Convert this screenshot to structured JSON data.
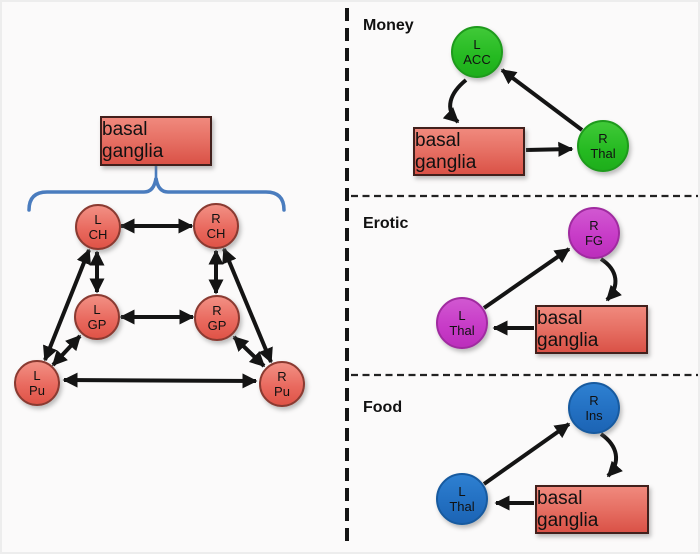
{
  "figure": {
    "left": {
      "box_label": "basal ganglia",
      "nodes": {
        "lch": {
          "l1": "L",
          "l2": "CH"
        },
        "rch": {
          "l1": "R",
          "l2": "CH"
        },
        "lgp": {
          "l1": "L",
          "l2": "GP"
        },
        "rgp": {
          "l1": "R",
          "l2": "GP"
        },
        "lpu": {
          "l1": "L",
          "l2": "Pu"
        },
        "rpu": {
          "l1": "R",
          "l2": "Pu"
        }
      },
      "edges": [
        {
          "from": "L CH",
          "to": "R CH",
          "direction": "both"
        },
        {
          "from": "L GP",
          "to": "R GP",
          "direction": "both"
        },
        {
          "from": "L Pu",
          "to": "R Pu",
          "direction": "both"
        },
        {
          "from": "L CH",
          "to": "L GP",
          "direction": "both"
        },
        {
          "from": "R CH",
          "to": "R GP",
          "direction": "both"
        },
        {
          "from": "L CH",
          "to": "L Pu",
          "direction": "both"
        },
        {
          "from": "R CH",
          "to": "R Pu",
          "direction": "both"
        },
        {
          "from": "L Pu",
          "to": "L GP",
          "direction": "both"
        },
        {
          "from": "R Pu",
          "to": "R GP",
          "direction": "both"
        }
      ]
    },
    "money": {
      "title": "Money",
      "box_label": "basal ganglia",
      "nodes": {
        "lacc": {
          "l1": "L",
          "l2": "ACC"
        },
        "rthal": {
          "l1": "R",
          "l2": "Thal"
        }
      },
      "edges": [
        {
          "from": "L ACC",
          "to": "basal ganglia",
          "direction": "one",
          "style": "curved"
        },
        {
          "from": "basal ganglia",
          "to": "R Thal",
          "direction": "one",
          "style": "straight"
        },
        {
          "from": "R Thal",
          "to": "L ACC",
          "direction": "one",
          "style": "straight"
        }
      ]
    },
    "erotic": {
      "title": "Erotic",
      "box_label": "basal ganglia",
      "nodes": {
        "rfg": {
          "l1": "R",
          "l2": "FG"
        },
        "lthal": {
          "l1": "L",
          "l2": "Thal"
        }
      },
      "edges": [
        {
          "from": "L Thal",
          "to": "R FG",
          "direction": "one",
          "style": "straight"
        },
        {
          "from": "R FG",
          "to": "basal ganglia",
          "direction": "one",
          "style": "curved"
        },
        {
          "from": "basal ganglia",
          "to": "L Thal",
          "direction": "one",
          "style": "straight"
        }
      ]
    },
    "food": {
      "title": "Food",
      "box_label": "basal ganglia",
      "nodes": {
        "rins": {
          "l1": "R",
          "l2": "Ins"
        },
        "lthal": {
          "l1": "L",
          "l2": "Thal"
        }
      },
      "edges": [
        {
          "from": "L Thal",
          "to": "R Ins",
          "direction": "one",
          "style": "straight"
        },
        {
          "from": "R Ins",
          "to": "basal ganglia",
          "direction": "one",
          "style": "curved"
        },
        {
          "from": "basal ganglia",
          "to": "L Thal",
          "direction": "one",
          "style": "straight"
        }
      ]
    }
  },
  "colors": {
    "node_red": "#e8685d",
    "node_green": "#2cbd27",
    "node_magenta": "#c83cc8",
    "node_blue": "#2370c2",
    "box_red": "#e66f63",
    "brace_blue": "#4a7cbe",
    "arrow_black": "#141414",
    "background": "#fbfafa"
  }
}
